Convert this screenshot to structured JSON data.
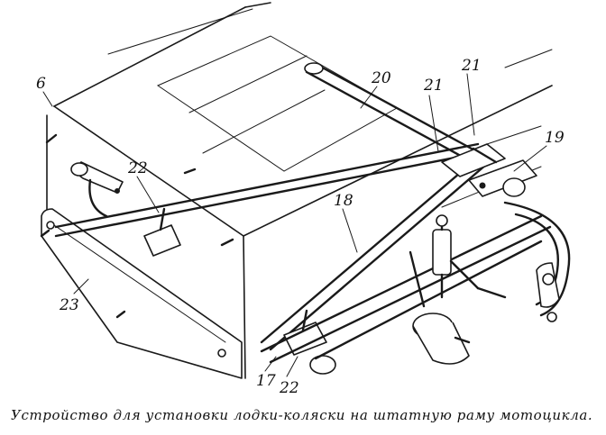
{
  "figure": {
    "callouts": [
      "6",
      "20",
      "21",
      "21",
      "19",
      "22",
      "18",
      "23",
      "17",
      "22"
    ]
  },
  "caption": "Устройство для установки лодки-коляски на штатную раму мотоцикла."
}
